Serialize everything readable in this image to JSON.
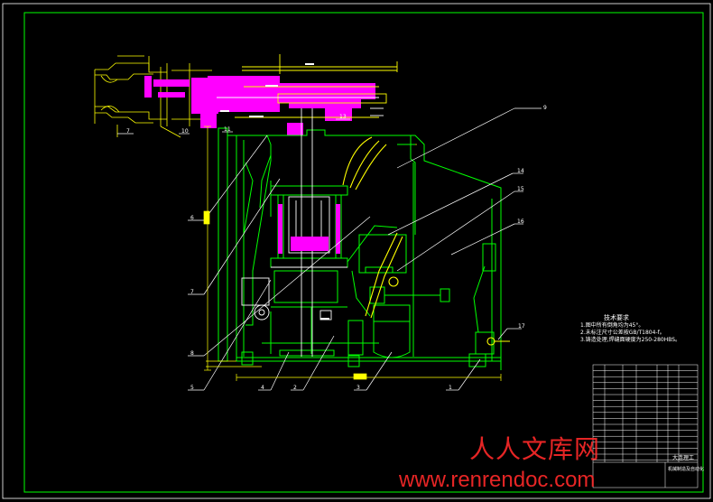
{
  "notes": {
    "title": "技术要求",
    "lines": [
      "1.图中所有倒角均为45°。",
      "2.未标注尺寸公差按GB/T1804-f。",
      "3.铸造处理,焊缝面硬度为250-280HBS。"
    ]
  },
  "title_block": {
    "name": "大连理工",
    "subtitle": "机械制造及自动化"
  },
  "watermark": {
    "chinese": "人人文库网",
    "url": "www.renrendoc.com"
  },
  "balloons": {
    "b1": "1",
    "b2": "2",
    "b3": "3",
    "b4": "4",
    "b5": "5",
    "b6": "6",
    "b7": "7",
    "b8": "8",
    "b9": "9",
    "b10": "10",
    "b11": "11",
    "b13": "13",
    "b14": "14",
    "b15": "15",
    "b16": "16",
    "b17": "17"
  },
  "colors": {
    "structure": "#00ff00",
    "magenta": "#ff00ff",
    "yellow": "#ffff00",
    "white": "#ffffff",
    "cyan": "#00ffff",
    "watermark": "#ff2a2a"
  }
}
